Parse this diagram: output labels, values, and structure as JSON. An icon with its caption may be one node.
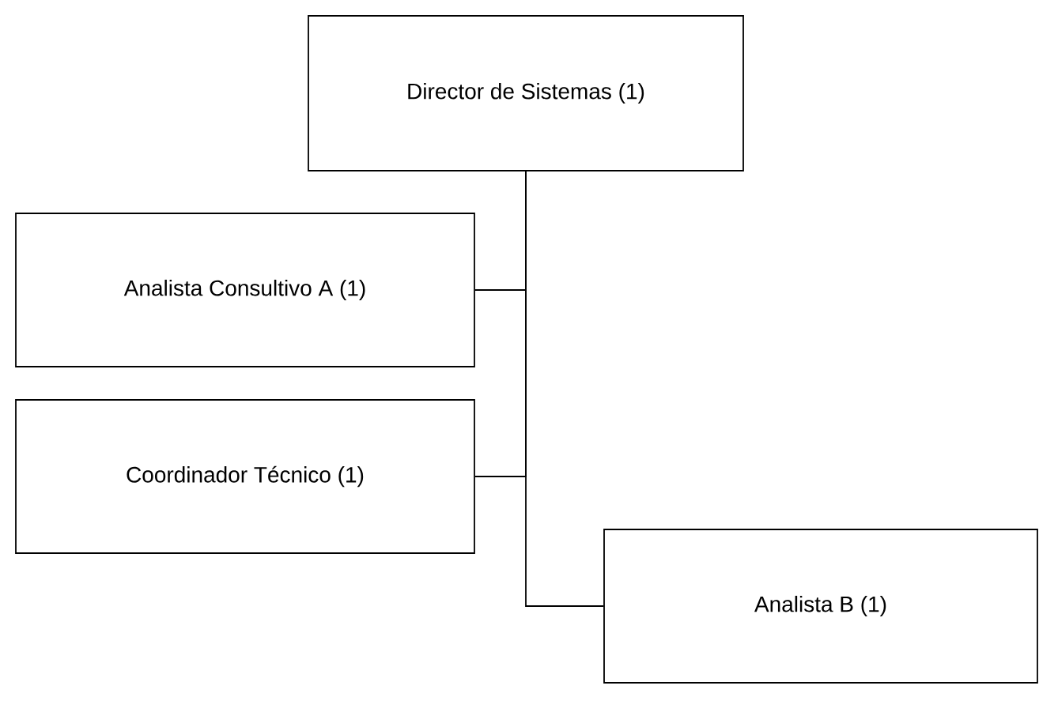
{
  "diagram": {
    "nodes": [
      {
        "text": [
          "Director de Sistemas (1)"
        ]
      },
      {
        "text": [
          "Analista Consultivo A (1)"
        ]
      },
      {
        "text": [
          "Coordinador Técnico (1)"
        ]
      },
      {
        "text": [
          "Analista B (1)"
        ]
      }
    ],
    "edges": [
      {
        "from": 0,
        "to": 1,
        "arrow": "none"
      },
      {
        "from": 0,
        "to": 2,
        "arrow": "none"
      },
      {
        "from": 0,
        "to": 3,
        "arrow": "none"
      }
    ]
  }
}
